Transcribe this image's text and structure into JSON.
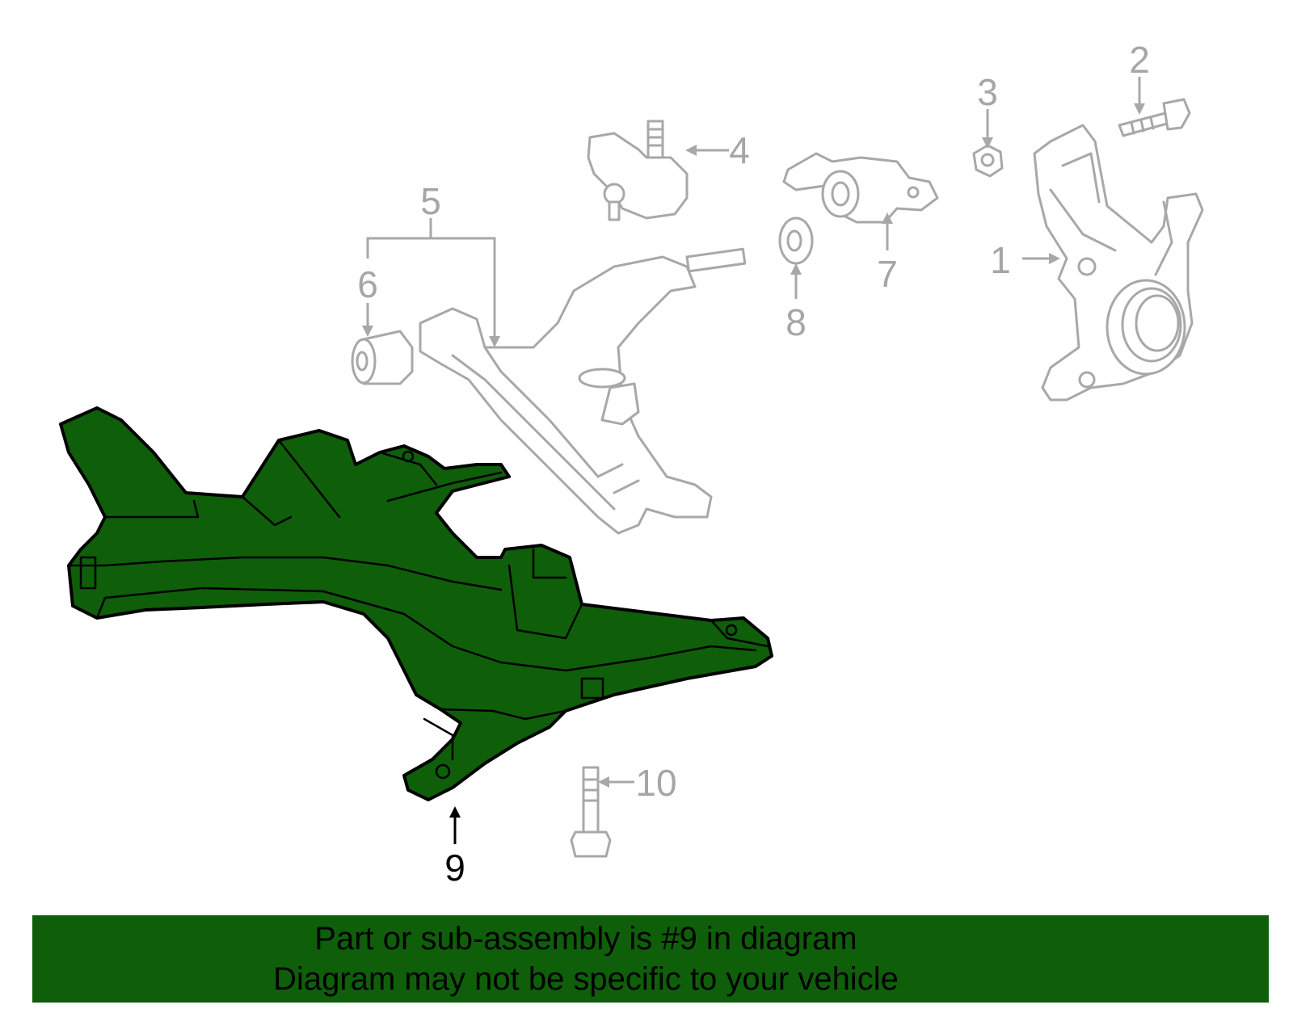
{
  "colors": {
    "highlight_part": "#0f5e0a",
    "banner_background": "#0f5e0a",
    "inactive_part_outline": "#a8a8a8",
    "active_callout": "#000000"
  },
  "callouts": [
    {
      "number": "1",
      "part": "steering-knuckle"
    },
    {
      "number": "2",
      "part": "knuckle-bolt"
    },
    {
      "number": "3",
      "part": "nut"
    },
    {
      "number": "4",
      "part": "ball-joint"
    },
    {
      "number": "5",
      "part": "lower-control-arm-assembly"
    },
    {
      "number": "6",
      "part": "front-bushing"
    },
    {
      "number": "7",
      "part": "rear-bushing-bracket"
    },
    {
      "number": "8",
      "part": "washer"
    },
    {
      "number": "9",
      "part": "crossmember",
      "highlighted": true
    },
    {
      "number": "10",
      "part": "crossmember-bolt"
    }
  ],
  "banner": {
    "line1": "Part or sub-assembly is #9 in diagram",
    "line2": "Diagram may not be specific to your vehicle"
  }
}
